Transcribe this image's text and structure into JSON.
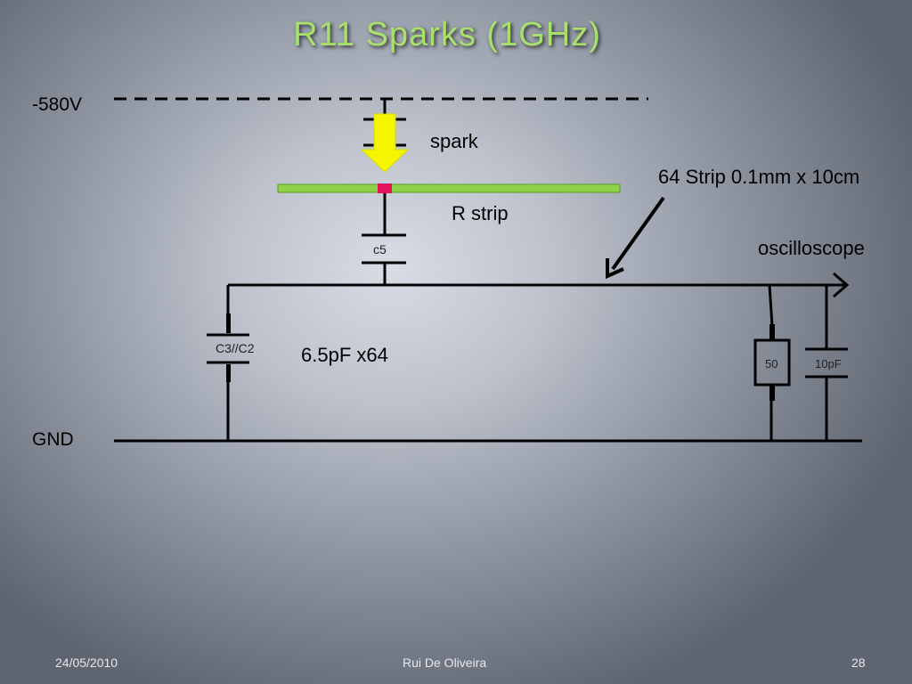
{
  "slide": {
    "title": "R11 Sparks (1GHz)"
  },
  "labels": {
    "hv": "-580V",
    "gnd": "GND",
    "spark": "spark",
    "rstrip": "R strip",
    "strip_desc": "64 Strip 0.1mm x 10cm",
    "oscilloscope": "oscilloscope",
    "c5": "c5",
    "c3c2": "C3//C2",
    "cap_value": "6.5pF x64",
    "resistor": "50",
    "scope_cap": "10pF"
  },
  "footer": {
    "date": "24/05/2010",
    "author": "Rui De Oliveira",
    "page": "28"
  },
  "colors": {
    "title": "#a9e06c",
    "strip": "#8fd448",
    "spark_arrow": "#f5f500",
    "contact": "#e0145a"
  }
}
